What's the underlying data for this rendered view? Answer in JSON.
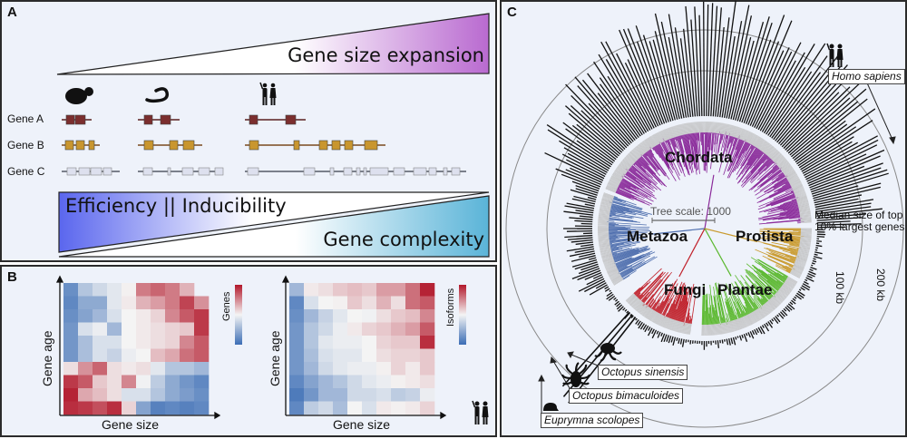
{
  "panels": {
    "A": {
      "label": "A",
      "expansion_text": "Gene size expansion",
      "efficiency_text": "Efficiency || Inducibility",
      "complexity_text": "Gene complexity",
      "organisms": [
        "yeast-icon",
        "worm-icon",
        "human-icon"
      ],
      "genes": [
        {
          "label": "Gene A",
          "color": "#7b2e2e",
          "line": "#5a2020"
        },
        {
          "label": "Gene B",
          "color": "#c9962e",
          "line": "#7a4a1e"
        },
        {
          "label": "Gene C",
          "color": "#dde0ee",
          "line": "#555a66"
        }
      ],
      "colors": {
        "expansion": "#b96ad0",
        "efficiency": "#5a66ee",
        "complexity": "#5ab4d8"
      }
    },
    "B": {
      "label": "B",
      "heatmaps": [
        {
          "xlabel": "Gene size",
          "ylabel": "Gene age",
          "legend": "Genes",
          "values": [
            [
              -0.75,
              -0.35,
              -0.2,
              -0.1,
              0.02,
              0.55,
              0.65,
              0.55,
              0.3,
              null
            ],
            [
              -0.8,
              -0.55,
              -0.55,
              -0.1,
              0.05,
              0.3,
              0.4,
              0.55,
              0.8,
              0.45
            ],
            [
              -0.75,
              -0.6,
              -0.45,
              -0.15,
              0.0,
              0.05,
              0.15,
              0.5,
              0.7,
              0.85
            ],
            [
              -0.7,
              -0.15,
              -0.05,
              -0.45,
              0.0,
              0.05,
              0.1,
              0.15,
              0.2,
              0.85
            ],
            [
              -0.7,
              -0.4,
              -0.15,
              -0.15,
              0.0,
              0.05,
              0.1,
              0.15,
              0.5,
              0.7
            ],
            [
              -0.7,
              -0.4,
              -0.15,
              -0.25,
              -0.05,
              0.0,
              0.25,
              0.35,
              0.6,
              0.7
            ],
            [
              0.1,
              0.45,
              0.65,
              0.1,
              0.05,
              0.1,
              -0.1,
              -0.35,
              -0.35,
              -0.45
            ],
            [
              0.85,
              0.7,
              0.2,
              0.1,
              0.5,
              -0.02,
              -0.3,
              -0.55,
              -0.7,
              -0.8
            ],
            [
              0.95,
              0.35,
              0.25,
              0.1,
              -0.15,
              -0.15,
              -0.35,
              -0.55,
              -0.65,
              -0.75
            ],
            [
              0.9,
              0.85,
              0.75,
              0.9,
              0.15,
              -0.6,
              -0.85,
              -0.8,
              -0.85,
              -0.8
            ]
          ]
        },
        {
          "xlabel": "Gene size",
          "ylabel": "Gene age",
          "legend": "Isoforms",
          "values": [
            [
              -0.45,
              0.05,
              0.1,
              0.2,
              0.25,
              0.2,
              0.4,
              0.4,
              0.6,
              0.95
            ],
            [
              -0.8,
              -0.15,
              0.0,
              0.02,
              0.2,
              0.1,
              0.3,
              0.1,
              0.6,
              0.7
            ],
            [
              -0.75,
              -0.45,
              -0.25,
              -0.1,
              0.0,
              -0.02,
              0.1,
              0.2,
              0.25,
              0.5
            ],
            [
              -0.7,
              -0.35,
              -0.2,
              -0.05,
              0.05,
              0.15,
              0.2,
              0.3,
              0.4,
              0.7
            ],
            [
              -0.7,
              -0.35,
              -0.1,
              -0.05,
              -0.05,
              0.0,
              0.15,
              0.2,
              0.2,
              0.9
            ],
            [
              -0.7,
              -0.4,
              -0.15,
              -0.1,
              -0.1,
              0.0,
              0.1,
              0.15,
              0.15,
              0.2
            ],
            [
              -0.7,
              -0.45,
              -0.2,
              -0.1,
              -0.05,
              -0.05,
              0.02,
              0.15,
              0.05,
              0.2
            ],
            [
              -0.8,
              -0.6,
              -0.45,
              -0.35,
              -0.2,
              -0.1,
              -0.05,
              0.02,
              0.05,
              0.1
            ],
            [
              -0.9,
              -0.7,
              -0.45,
              -0.45,
              -0.2,
              -0.2,
              -0.15,
              -0.3,
              -0.25,
              -0.05
            ],
            [
              -0.8,
              -0.3,
              -0.2,
              -0.4,
              0.0,
              -0.15,
              0.05,
              0.02,
              0.05,
              0.15
            ]
          ]
        }
      ],
      "colormap": {
        "low": "#3b6db5",
        "mid": "#f4f4f4",
        "high": "#b2182b"
      },
      "species_icon": "human-icon"
    },
    "C": {
      "label": "C",
      "clades": [
        {
          "name": "Chordata",
          "color": "#8a2a9a"
        },
        {
          "name": "Metazoa",
          "color": "#4f6fae"
        },
        {
          "name": "Protista",
          "color": "#c99a2e"
        },
        {
          "name": "Fungi",
          "color": "#c0202a"
        },
        {
          "name": "Plantae",
          "color": "#5ab82e"
        }
      ],
      "tree_scale": "Tree scale: 1000",
      "bar_legend_line1": "Median size of top",
      "bar_legend_line2": "10% largest genes",
      "rings": [
        "100 kb",
        "200 kb"
      ],
      "species_callouts": [
        {
          "name": "Homo sapiens",
          "icon": "human-icon"
        },
        {
          "name": "Octopus sinensis",
          "icon": "octopus-icon"
        },
        {
          "name": "Octopus bimaculoides",
          "icon": "octopus-icon"
        },
        {
          "name": "Euprymna scolopes",
          "icon": "squid-icon"
        }
      ]
    }
  }
}
